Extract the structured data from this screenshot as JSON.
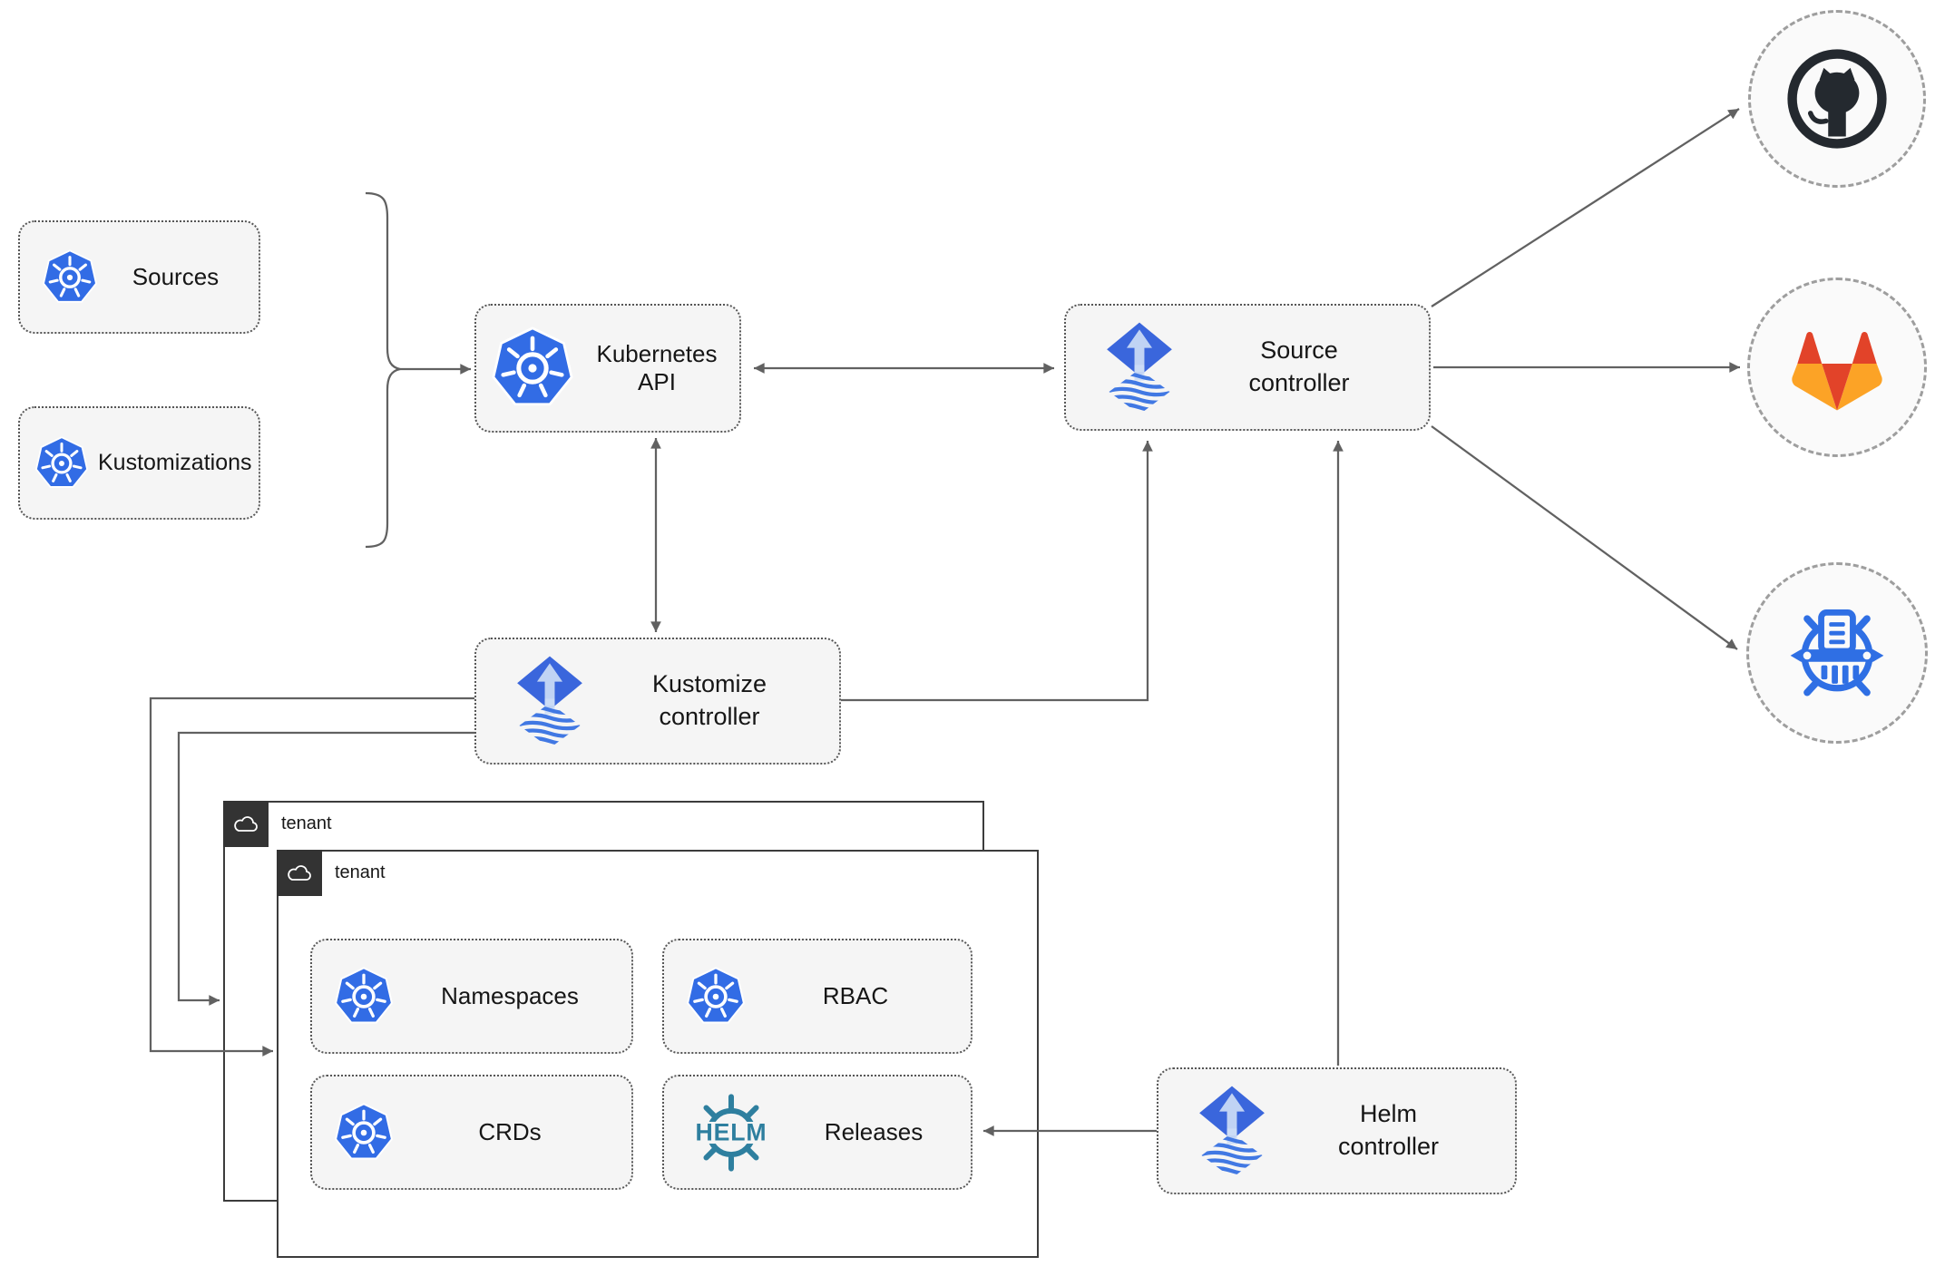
{
  "colors": {
    "k8s_blue": "#326ce5",
    "flux_blue": "#3a66dc",
    "flux_stripe_blue": "#4178e3",
    "flux_light": "#ccdcf5",
    "helm_teal": "#2e7f9f",
    "github_dark": "#24292f",
    "gitlab_red_orange": "#e24329",
    "gitlab_light_orange": "#fca326",
    "chartmuseum_blue": "#2f6fe4",
    "wire_gray": "#616161",
    "node_fill": "#f5f5f5",
    "node_border": "#565656",
    "tenant_border": "#3c3c3c",
    "tenant_header_bg": "#333333",
    "circle_fill": "#fafafa",
    "circle_border": "#9e9e9e"
  },
  "nodes": {
    "sources": {
      "label": "Sources"
    },
    "kustomizations": {
      "label": "Kustomizations"
    },
    "kubernetes_api": {
      "label": "Kubernetes API"
    },
    "source_controller": {
      "lines": [
        "Source",
        "controller"
      ]
    },
    "kustomize_controller": {
      "lines": [
        "Kustomize",
        "controller"
      ]
    },
    "helm_controller": {
      "lines": [
        "Helm",
        "controller"
      ]
    },
    "namespaces": {
      "label": "Namespaces"
    },
    "rbac": {
      "label": "RBAC"
    },
    "crds": {
      "label": "CRDs"
    },
    "releases": {
      "label": "Releases"
    }
  },
  "tenants": {
    "back": {
      "label": "tenant"
    },
    "front": {
      "label": "tenant"
    }
  },
  "helm_logo_text": "HELM",
  "icons": {
    "kubernetes": "kubernetes-wheel-icon",
    "flux": "flux-icon",
    "helm": "helm-wheel-icon",
    "cloud": "cloud-icon",
    "github": "github-octocat-icon",
    "gitlab": "gitlab-tanuki-icon",
    "chartmuseum": "chartmuseum-icon"
  }
}
